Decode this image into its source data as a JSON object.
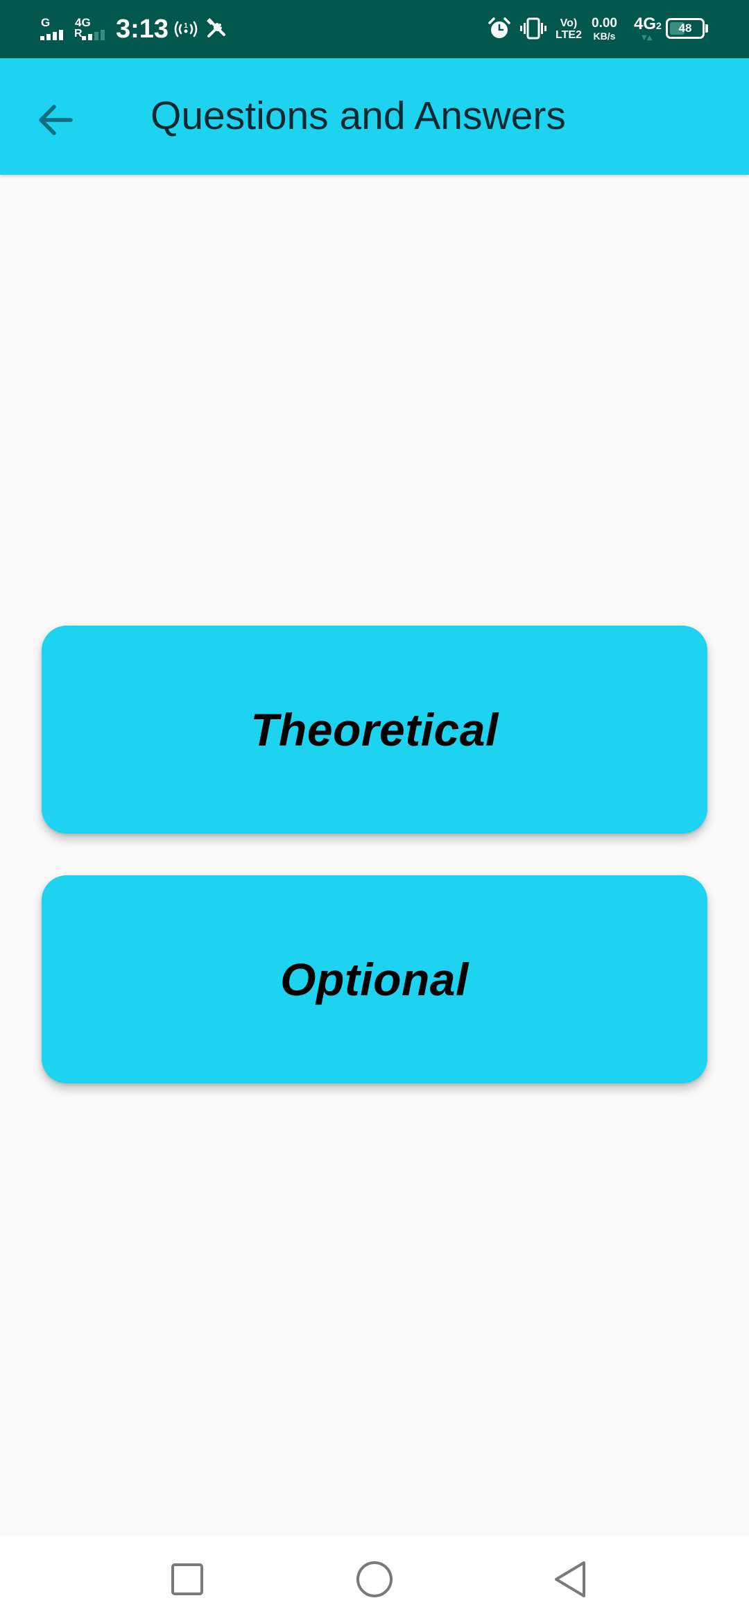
{
  "status_bar": {
    "sim1_network": "G",
    "sim2_network": "4G",
    "sim2_roaming": "R",
    "time": "3:13",
    "hotspot_badge": "1",
    "volte_line1": "Vo)",
    "volte_line2": "LTE2",
    "net_speed_value": "0.00",
    "net_speed_unit": "KB/s",
    "data_network": "4G",
    "data_network_sim": "2",
    "battery_level": "48",
    "battery_fraction": 0.48,
    "icons": [
      "signal-icon",
      "hotspot-icon",
      "tools-icon",
      "alarm-icon",
      "vibrate-icon",
      "battery-icon"
    ],
    "background_color": "#01574b"
  },
  "app_bar": {
    "title": "Questions and Answers",
    "back_icon": "arrow-left-icon",
    "background_color": "#1dd3f0"
  },
  "cards": [
    {
      "label": "Theoretical"
    },
    {
      "label": "Optional"
    }
  ],
  "colors": {
    "accent": "#1dd3f0",
    "page_background": "#fafafa",
    "text_primary": "#0d2a33"
  },
  "nav_bar": {
    "buttons": [
      "recents-square-icon",
      "home-circle-icon",
      "back-triangle-icon"
    ]
  }
}
